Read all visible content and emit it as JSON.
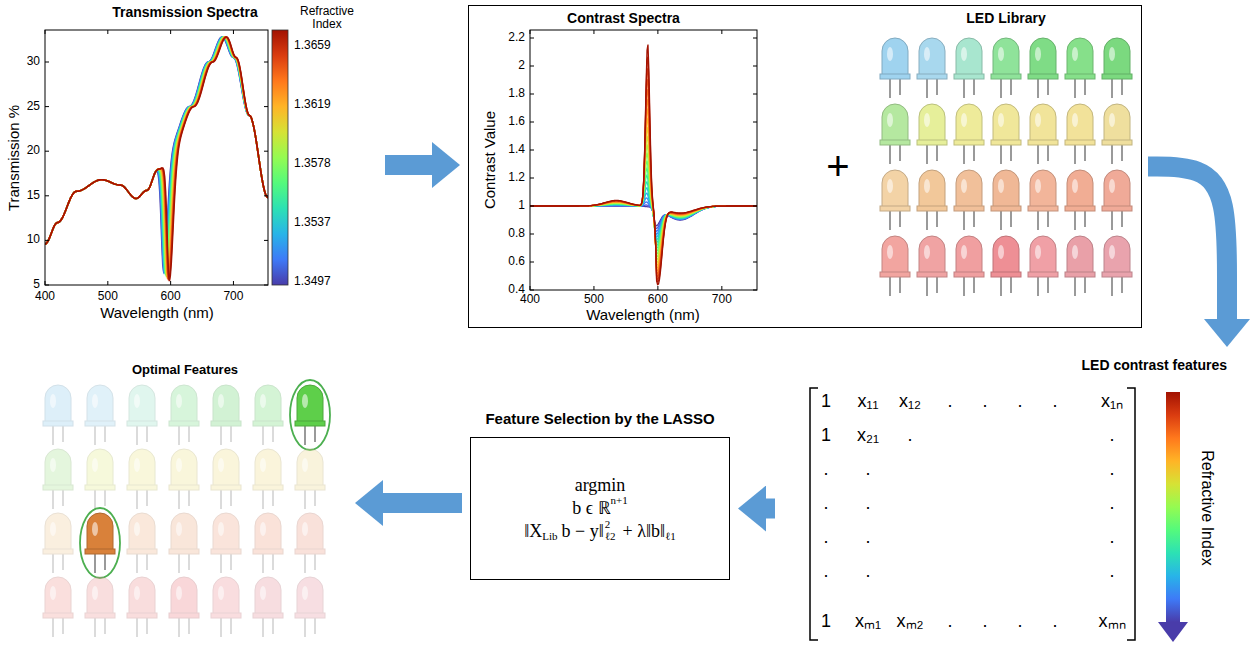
{
  "diagram": {
    "nodes": [
      {
        "text": [
          "Transmission Spectra"
        ]
      },
      {
        "text": []
      },
      {
        "text": [
          "Contrast Spectra"
        ],
        "in": 1
      },
      {
        "text": [
          "LED Library"
        ],
        "in": 1
      },
      {
        "text": [
          "LED contrast features"
        ]
      },
      {
        "text": [
          "Feature Selection by the LASSO",
          "argmin",
          "b ϵ ℝ",
          "n+1",
          "‖X",
          "Lib",
          "b − y‖",
          "2",
          "ℓ2",
          "+ λ‖b‖",
          "ℓ1"
        ]
      },
      {
        "text": [
          "Optimal Features"
        ]
      }
    ],
    "edges": [
      {
        "from": 0,
        "to": 1,
        "arrow": "to"
      },
      {
        "from": 1,
        "to": 4,
        "arrow": "to"
      },
      {
        "from": 4,
        "to": 5,
        "arrow": "to"
      },
      {
        "from": 5,
        "to": 6,
        "arrow": "to"
      }
    ],
    "labels": [
      "Transmission %",
      "Wavelength (nm)",
      "400",
      "500",
      "600",
      "700",
      "5",
      "10",
      "15",
      "20",
      "25",
      "30",
      "Refractive Index",
      "1.3659",
      "1.3619",
      "1.3578",
      "1.3537",
      "1.3497",
      "Contrast Value",
      "Wavelength (nm)",
      "400",
      "500",
      "600",
      "700",
      "0.4",
      "0.6",
      "0.8",
      "1",
      "1.2",
      "1.4",
      "1.6",
      "1.8",
      "2",
      "2.2",
      "+",
      "1",
      "x₁₁",
      "x₁₂",
      ".",
      ".",
      ".",
      ".",
      "x₁ₙ",
      "1",
      "x₂₁",
      ".",
      ".",
      ".",
      ".",
      ".",
      ".",
      ".",
      ".",
      ".",
      ".",
      ".",
      ".",
      ".",
      ".",
      "1",
      "xₘ₁",
      "xₘ₂",
      ".",
      ".",
      ".",
      ".",
      "xₘₙ",
      "Refractive Index"
    ]
  }
}
